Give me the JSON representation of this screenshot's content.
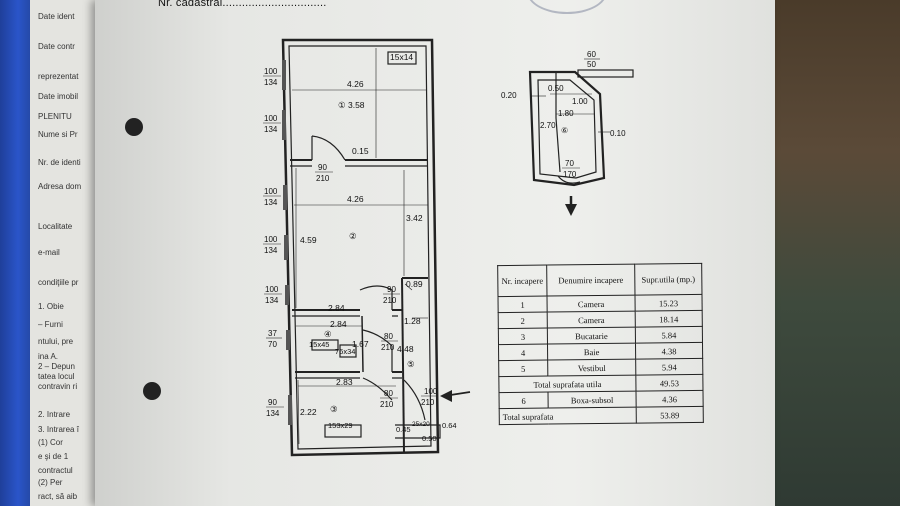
{
  "header": {
    "cadastral_label": "Nr. cadastral",
    "cadastral_dots": "................................"
  },
  "side_document": {
    "lines": [
      "Date ident",
      "Date contr",
      "reprezentat",
      "Date imobil",
      "PLENITU",
      "Nume si Pr",
      "Nr. de identi",
      "Adresa dom",
      "Localitate",
      "e-mail",
      "condiţiile pr",
      "1. Obie",
      "– Furni",
      "ntului, pre",
      "ina A.",
      "2 – Depun",
      "tatea locul",
      "contravin ri",
      "2. Intrare",
      "3. Intrarea î",
      "(1) Cor",
      "e şi de 1",
      "contractul",
      "(2) Per",
      "ract, să aib"
    ]
  },
  "plan": {
    "windows": [
      "100/134",
      "100/134",
      "100/134",
      "100/134",
      "100/134",
      "37/70",
      "90/134"
    ],
    "window_list": [
      {
        "num": "100",
        "den": "134"
      },
      {
        "num": "100",
        "den": "134"
      },
      {
        "num": "100",
        "den": "134"
      },
      {
        "num": "100",
        "den": "134"
      },
      {
        "num": "100",
        "den": "134"
      },
      {
        "num": "37",
        "den": "70"
      },
      {
        "num": "90",
        "den": "134"
      }
    ],
    "doors": [
      {
        "num": "90",
        "den": "210"
      },
      {
        "num": "90",
        "den": "210"
      },
      {
        "num": "80",
        "den": "210"
      },
      {
        "num": "80",
        "den": "210"
      },
      {
        "num": "100",
        "den": "210"
      }
    ],
    "dims": {
      "d_15x14": "15x14",
      "d_426a": "4.26",
      "d_426b": "4.26",
      "d_015": "0.15",
      "d_342": "3.42",
      "d_459": "4.59",
      "d_089": "0.89",
      "d_284a": "2.84",
      "d_284b": "2.84",
      "d_128": "1.28",
      "d_15x45": "15x45",
      "d_76x34": "76x34",
      "d_167": "1.67",
      "d_448": "4.48",
      "d_283": "2.83",
      "d_222": "2.22",
      "d_153x29": "153x29",
      "d_045": "0.45",
      "d_050": "0.50",
      "d_064": "0.64",
      "d_25x20": "25x20"
    },
    "room_labels": {
      "r1": "① 3.58",
      "r2": "②",
      "r3": "③",
      "r4": "④",
      "r5": "⑤"
    }
  },
  "basement": {
    "window_num": "60",
    "window_den": "50",
    "door_num": "70",
    "door_den": "170",
    "d_020": "0.20",
    "d_050": "0.50",
    "d_100": "1.00",
    "d_180": "1.80",
    "d_270": "2.70",
    "d_010": "0.10",
    "room": "⑥"
  },
  "rooms_table": {
    "headers": [
      "Nr. incapere",
      "Denumire incapere",
      "Supr.utila (mp.)"
    ],
    "rows": [
      {
        "nr": "1",
        "name": "Camera",
        "area": "15.23"
      },
      {
        "nr": "2",
        "name": "Camera",
        "area": "18.14"
      },
      {
        "nr": "3",
        "name": "Bucatarie",
        "area": "5.84"
      },
      {
        "nr": "4",
        "name": "Baie",
        "area": "4.38"
      },
      {
        "nr": "5",
        "name": "Vestibul",
        "area": "5.94"
      }
    ],
    "total_util_label": "Total suprafata utila",
    "total_util_value": "49.53",
    "row6": {
      "nr": "6",
      "name": "Boxa-subsol",
      "area": "4.36"
    },
    "total_label": "Total suprafata",
    "total_value": "53.89"
  }
}
